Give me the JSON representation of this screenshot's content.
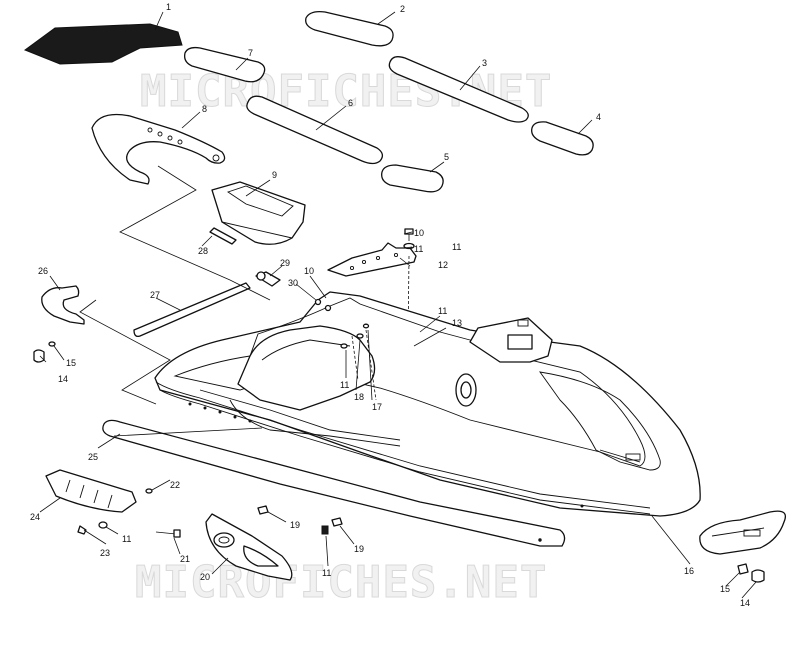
{
  "watermark_text": "MICROFICHES.NET",
  "callouts": [
    "1",
    "2",
    "3",
    "4",
    "5",
    "6",
    "7",
    "8",
    "9",
    "10",
    "10",
    "11",
    "11",
    "11",
    "11",
    "11",
    "11",
    "12",
    "13",
    "14",
    "14",
    "15",
    "15",
    "16",
    "17",
    "18",
    "19",
    "19",
    "20",
    "21",
    "22",
    "23",
    "24",
    "25",
    "26",
    "27",
    "28",
    "29",
    "30"
  ]
}
